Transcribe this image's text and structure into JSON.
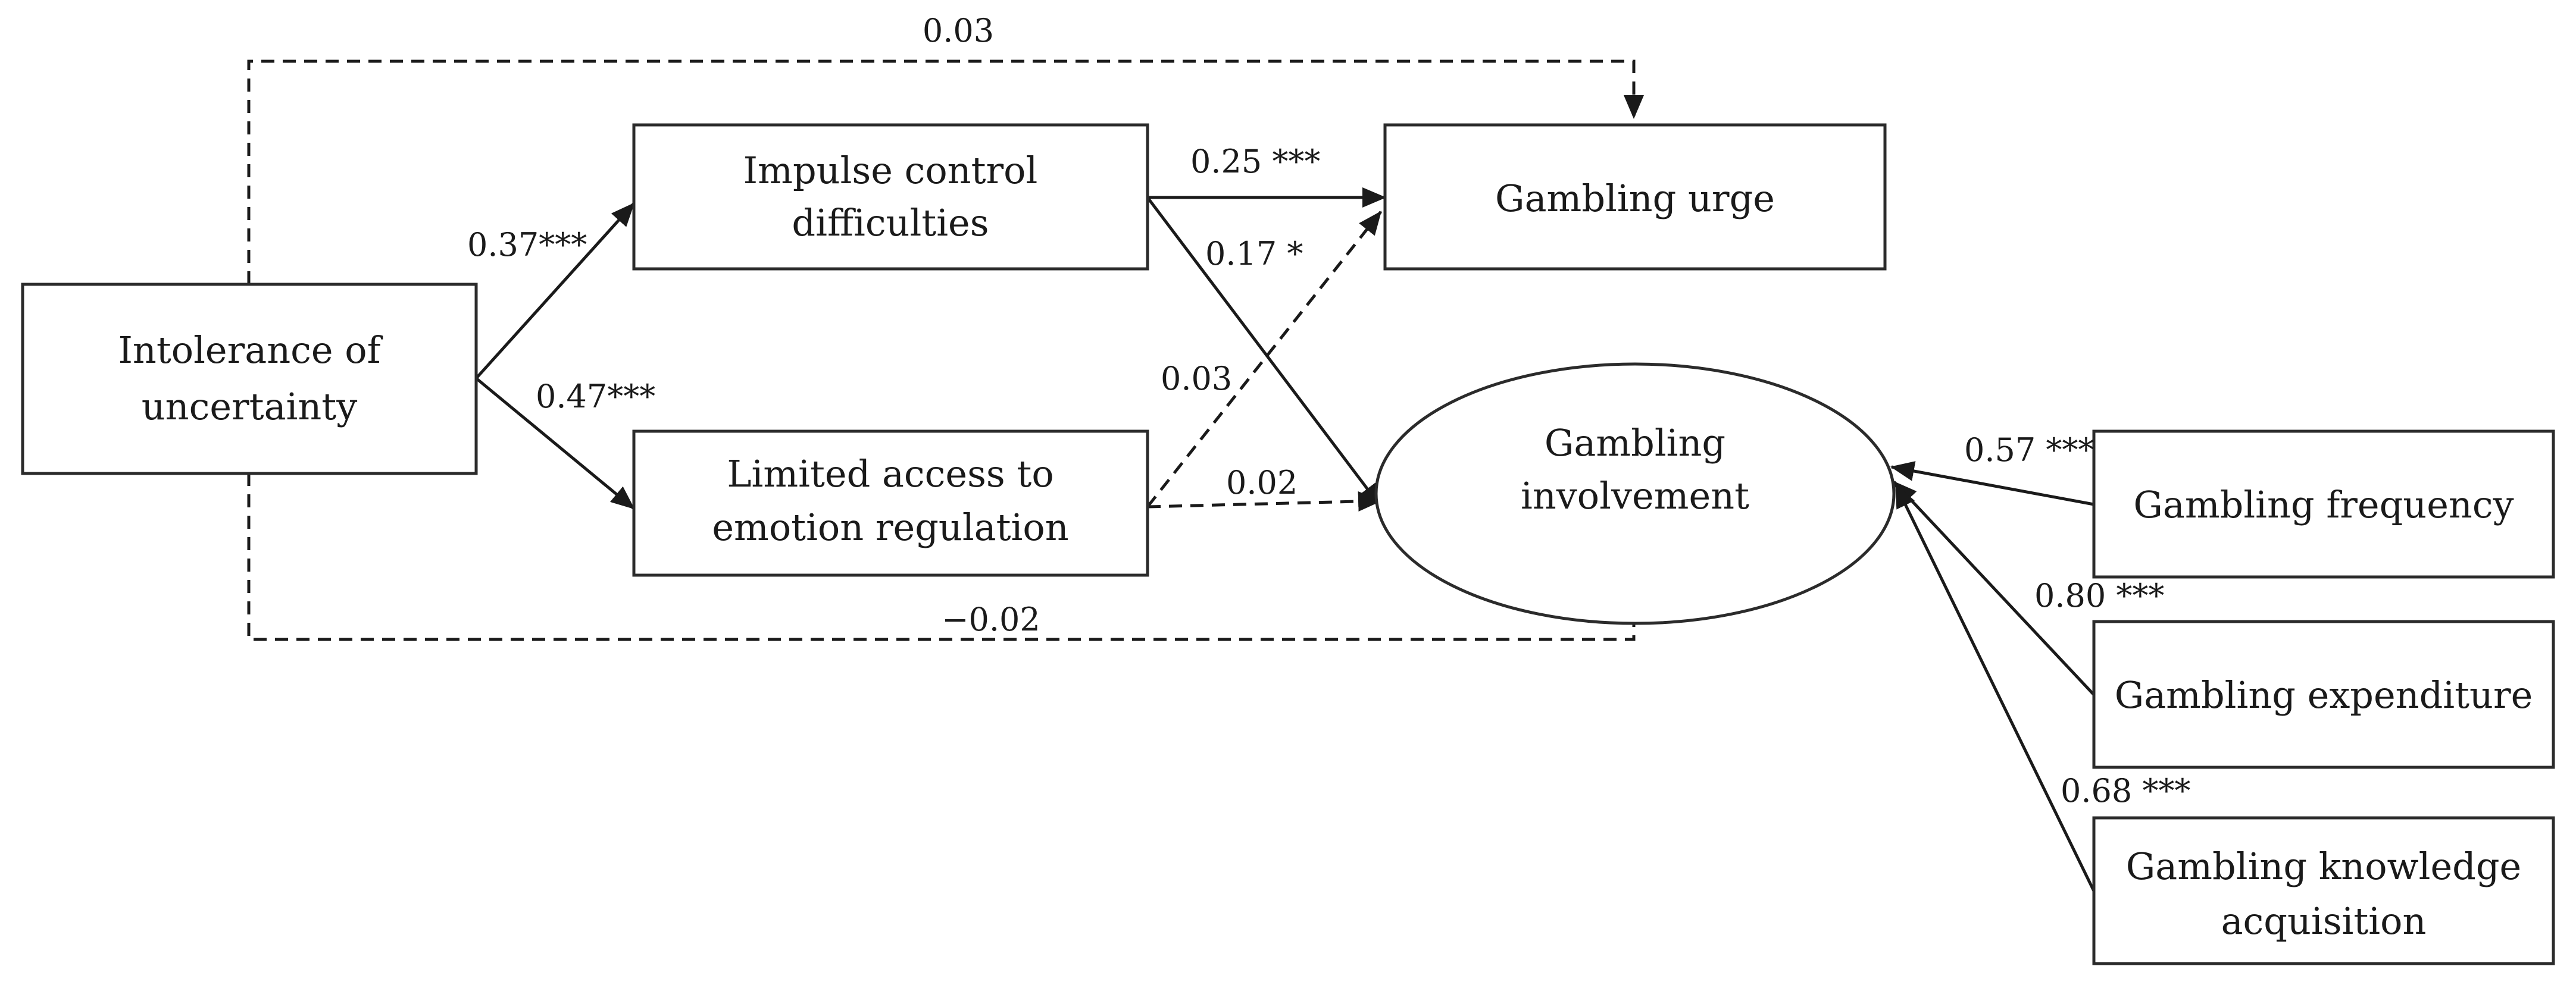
{
  "nodes": {
    "intolerance": [
      "Intolerance of",
      "uncertainty"
    ],
    "impulse": [
      "Impulse control",
      "difficulties"
    ],
    "limited": [
      "Limited access to",
      "emotion regulation"
    ],
    "urge": [
      "Gambling urge"
    ],
    "involvement": [
      "Gambling",
      "involvement"
    ],
    "frequency": [
      "Gambling frequency"
    ],
    "expenditure": [
      "Gambling expenditure"
    ],
    "knowledge": [
      "Gambling knowledge",
      "acquisition"
    ]
  },
  "coefficients": {
    "iu_to_urge": "0.03",
    "iu_to_impulse": "0.37***",
    "iu_to_limited": "0.47***",
    "impulse_to_urge": "0.25 ***",
    "impulse_to_involvement": "0.17 *",
    "limited_to_urge": "0.03",
    "limited_to_involvement": "0.02",
    "iu_to_involvement": "−0.02",
    "frequency_loading": "0.57 ***",
    "expenditure_loading": "0.80 ***",
    "knowledge_loading": "0.68 ***"
  },
  "line_color": "#1a1a1a"
}
